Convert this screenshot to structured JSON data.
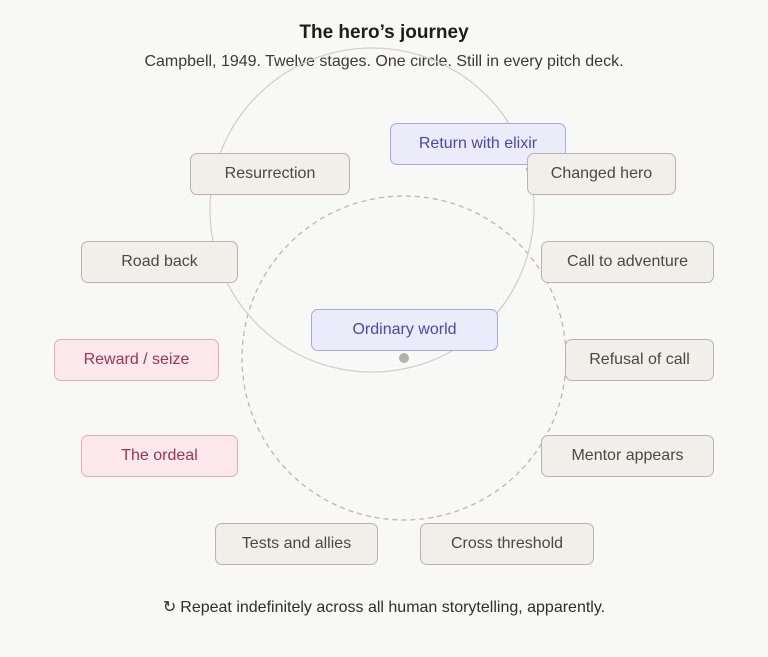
{
  "header": {
    "title": "The hero’s journey",
    "subtitle": "Campbell, 1949. Twelve stages. One circle. Still in every pitch deck."
  },
  "center": {
    "label": "Ordinary world"
  },
  "stages": {
    "return_with_elixir": "Return with elixir",
    "changed_hero": "Changed hero",
    "resurrection": "Resurrection",
    "road_back": "Road back",
    "call_to_adventure": "Call to adventure",
    "reward_seize": "Reward / seize",
    "refusal_of_call": "Refusal of call",
    "the_ordeal": "The ordeal",
    "mentor_appears": "Mentor appears",
    "tests_and_allies": "Tests and allies",
    "cross_threshold": "Cross threshold"
  },
  "footer": {
    "icon": "repeat-icon",
    "glyph": "↻",
    "text": "Repeat indefinitely across all human storytelling, apparently."
  },
  "colors": {
    "start": "#4b47b3",
    "crisis": "#a3334f",
    "neutral": "#4a4843"
  }
}
